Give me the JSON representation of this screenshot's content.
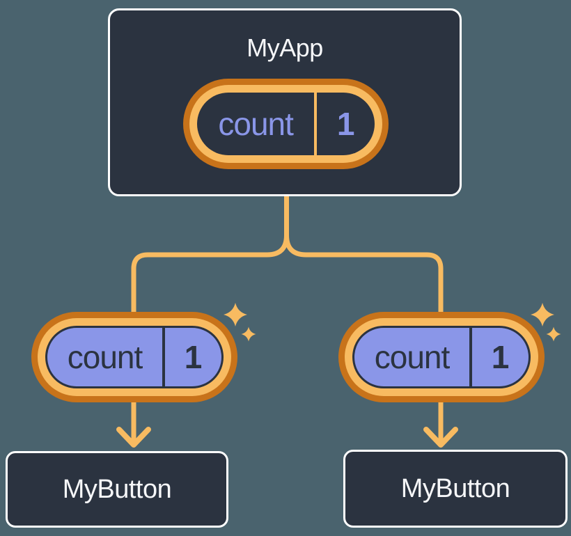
{
  "colors": {
    "background": "#4a636e",
    "node_fill": "#2b3340",
    "node_border": "#ffffff",
    "amber": "#f8bb61",
    "orange_dark": "#c8731a",
    "periwinkle": "#8a96e8",
    "text_light": "#f6f7f9"
  },
  "icons": {
    "sparkle": "sparkle-icon",
    "arrow_down": "arrow-down-icon"
  },
  "parent": {
    "title": "MyApp",
    "state": {
      "name": "count",
      "value": "1"
    }
  },
  "children": [
    {
      "title": "MyButton",
      "state": {
        "name": "count",
        "value": "1"
      }
    },
    {
      "title": "MyButton",
      "state": {
        "name": "count",
        "value": "1"
      }
    }
  ]
}
